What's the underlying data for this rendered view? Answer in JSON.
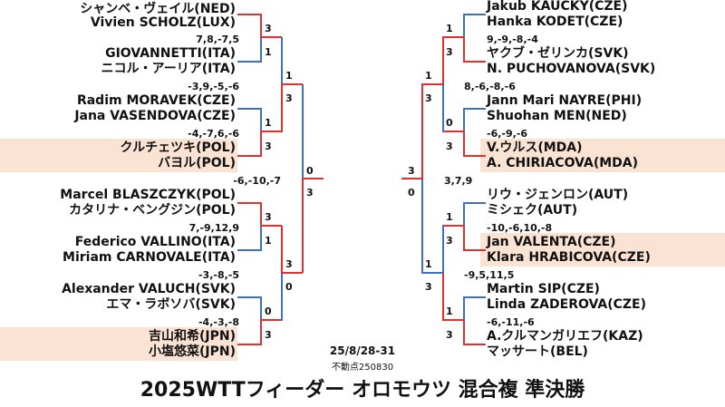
{
  "left": {
    "r1": [
      {
        "p1": "シャンベ・ヴェイル(NED)",
        "p2": "Vivien SCHOLZ(LUX)",
        "res": "3",
        "score": ""
      },
      {
        "p1": "GIOVANNETTI(ITA)",
        "p2": "ニコル・アーリア(ITA)",
        "res": "1",
        "score": "7,8,-7,5"
      },
      {
        "p1": "Radim MORAVEK(CZE)",
        "p2": "Jana VASENDOVA(CZE)",
        "res": "1",
        "score": "-3,9,-5,-6"
      },
      {
        "p1": "クルチェツキ(POL)",
        "p2": "バヨル(POL)",
        "res": "3",
        "score": "-4,-7,6,-6"
      },
      {
        "p1": "Marcel BLASZCZYK(POL)",
        "p2": "カタリナ・ベングジン(POL)",
        "res": "3",
        "score": ""
      },
      {
        "p1": "Federico VALLINO(ITA)",
        "p2": "Miriam CARNOVALE(ITA)",
        "res": "1",
        "score": "7,-9,12,9"
      },
      {
        "p1": "Alexander VALUCH(SVK)",
        "p2": "エマ・ラボソバ(SVK)",
        "res": "0",
        "score": ""
      },
      {
        "p1": "吉山和希(JPN)",
        "p2": "小塩悠菜(JPN)",
        "res": "3",
        "score": "-3,-8,-5"
      }
    ],
    "r1_last_score": "-4,-3,-8",
    "r2": [
      {
        "top": "1",
        "bottom": "3",
        "score": ""
      },
      {
        "top": "3",
        "bottom": "0",
        "score": "-6,-10,-7"
      }
    ],
    "sf": {
      "top": "0",
      "bottom": "3"
    }
  },
  "right": {
    "r1": [
      {
        "p1": "Jakub KAUCKY(CZE)",
        "p2": "Hanka KODET(CZE)",
        "res": "1"
      },
      {
        "p1": "ヤクブ・ゼリンカ(SVK)",
        "p2": "N. PUCHOVANOVA(SVK)",
        "res": "3"
      },
      {
        "p1": "Jann Mari NAYRE(PHI)",
        "p2": "Shuohan MEN(NED)",
        "res": "0"
      },
      {
        "p1": "V.ウルス(MDA)",
        "p2": "A. CHIRIACOVA(MDA)",
        "res": "3"
      },
      {
        "p1": "リウ・ジェンロン(AUT)",
        "p2": "ミシェク(AUT)",
        "res": "1"
      },
      {
        "p1": "Jan VALENTA(CZE)",
        "p2": "Klara HRABICOVA(CZE)",
        "res": "3"
      },
      {
        "p1": "Martin SIP(CZE)",
        "p2": "Linda ZADEROVA(CZE)",
        "res": "1"
      },
      {
        "p1": "A.クルマンガリエフ(KAZ)",
        "p2": "マッサート(BEL)",
        "res": "3"
      }
    ],
    "scores": {
      "s1": "9,-9,-8,-4",
      "s2": "8,-6,-8,-6",
      "s3": "-6,-9,-6",
      "s4": "-10,-6,10,-8",
      "s5": "-9,5,11,5",
      "s6": "-6,-11,-6",
      "sf_score": "3,7,9"
    },
    "r2": [
      {
        "top": "1",
        "bottom": "3"
      },
      {
        "top": "1",
        "bottom": "3"
      }
    ],
    "sf": {
      "top": "3",
      "bottom": "0"
    }
  },
  "footer": {
    "date": "25/8/28-31",
    "note": "不動点250830",
    "title": "2025WTTフィーダー オロモウツ 混合複 準決勝"
  },
  "colors": {
    "win": "#e03030",
    "lose": "#3f6fc4",
    "highlight": "#fbe3d3"
  }
}
